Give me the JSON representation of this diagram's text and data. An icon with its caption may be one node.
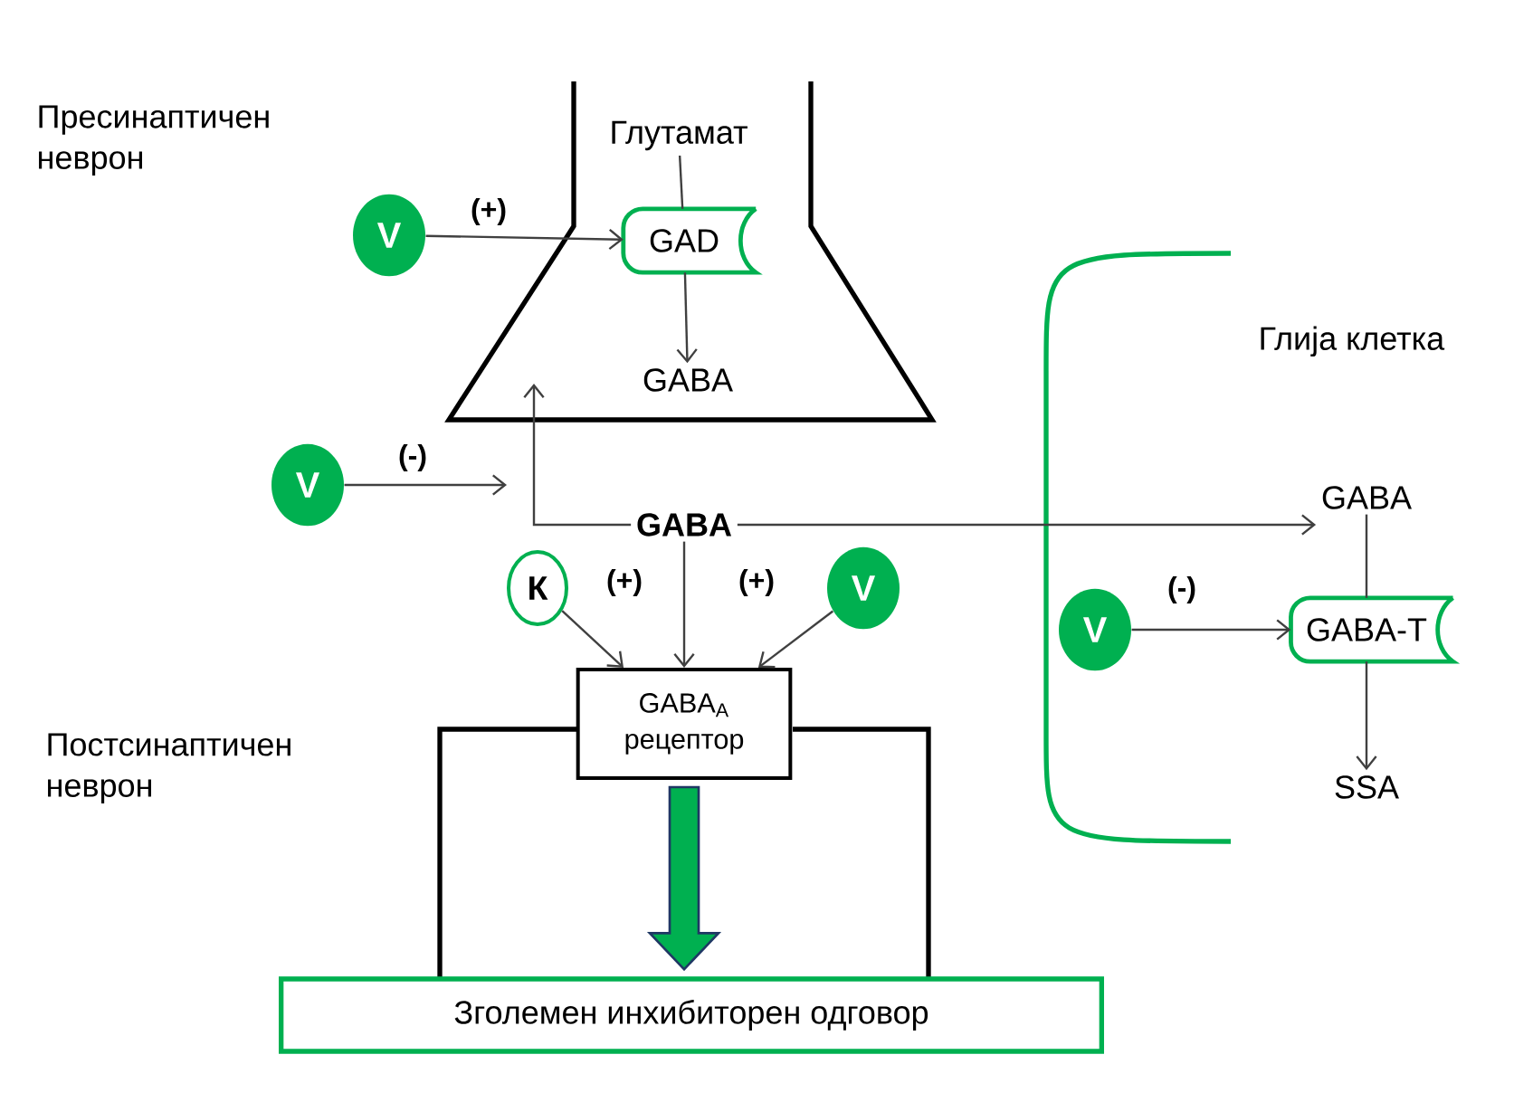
{
  "diagram": {
    "nodes": [
      {
        "text": [
          "V"
        ]
      },
      {
        "text": [
          "GAD"
        ]
      },
      {
        "text": [
          "Глутамат"
        ]
      },
      {
        "text": [
          "GABA"
        ]
      },
      {
        "text": [
          "V"
        ]
      },
      {
        "text": [
          "GABA"
        ]
      },
      {
        "text": [
          "К"
        ]
      },
      {
        "text": [
          "V"
        ]
      },
      {
        "text": [
          "GABA$_{A}$ рецептор"
        ]
      },
      {
        "text": [
          "V"
        ]
      },
      {
        "text": [
          "GABA-T"
        ]
      },
      {
        "text": [
          "GABA"
        ]
      },
      {
        "text": [
          "SSA"
        ]
      },
      {
        "text": [
          "Зголемен инхибиторен одговор"
        ]
      }
    ],
    "edges": [
      {
        "from": 0,
        "to": 1,
        "arrow": "to",
        "label": "(+)"
      },
      {
        "from": 2,
        "to": 1,
        "arrow": "none"
      },
      {
        "from": 1,
        "to": 3,
        "arrow": "to"
      },
      {
        "from": 4,
        "to": null,
        "arrow": "to",
        "label": "(-)"
      },
      {
        "from": 5,
        "to": null,
        "arrow": "to"
      },
      {
        "from": 5,
        "to": 11,
        "arrow": "to"
      },
      {
        "from": 5,
        "to": 8,
        "arrow": "to"
      },
      {
        "from": 6,
        "to": 8,
        "arrow": "to",
        "label": "(+)"
      },
      {
        "from": 7,
        "to": 8,
        "arrow": "to",
        "label": "(+)"
      },
      {
        "from": 9,
        "to": 10,
        "arrow": "to",
        "label": "(-)"
      },
      {
        "from": 11,
        "to": 10,
        "arrow": "none"
      },
      {
        "from": 10,
        "to": 12,
        "arrow": "to"
      },
      {
        "from": 8,
        "to": 13,
        "arrow": "to",
        "style": "thick",
        "color": "#00b050"
      }
    ],
    "labels": [
      "Пресинаптичен неврон",
      "Постсинаптичен неврон",
      "Глија клетка"
    ]
  }
}
